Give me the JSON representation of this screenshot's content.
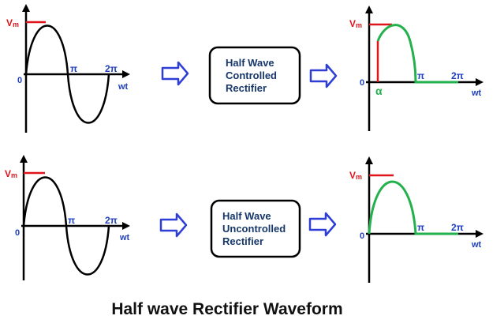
{
  "title": "Half wave Rectifier Waveform",
  "colors": {
    "axis": "#000000",
    "wave": "#000000",
    "vm_marker": "#e0141c",
    "output_wave": "#22b14c",
    "label_blue": "#1f3fbf",
    "arrow": "#2f3fd6",
    "box_text": "#17376b"
  },
  "labels": {
    "vm_v": "V",
    "vm_sub": "m",
    "zero": "0",
    "pi": "π",
    "two_pi": "2π",
    "wt": "wt",
    "alpha": "α"
  },
  "rows": [
    {
      "id": "controlled",
      "box_lines": [
        "Half Wave",
        "Controlled",
        "Rectifier"
      ],
      "input_icon": "sine-wave",
      "arrow_icon": "hollow-right-arrow",
      "output_has_alpha": true
    },
    {
      "id": "uncontrolled",
      "box_lines": [
        "Half Wave",
        "Uncontrolled",
        "Rectifier"
      ],
      "input_icon": "sine-wave",
      "arrow_icon": "hollow-right-arrow",
      "output_has_alpha": false
    }
  ]
}
